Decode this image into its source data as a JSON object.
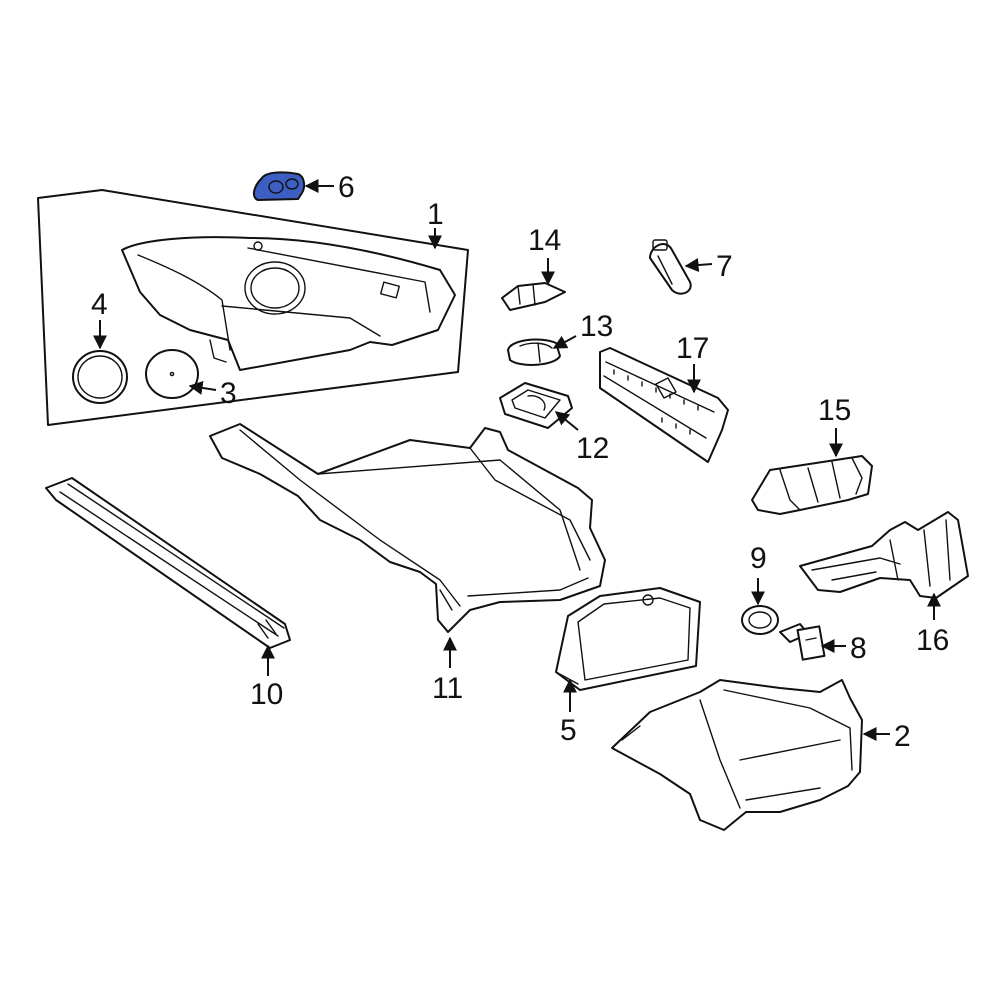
{
  "colors": {
    "line": "#111111",
    "background": "#ffffff",
    "highlight": "#3d5fc4"
  },
  "highlighted_part": "6",
  "callouts": {
    "c1": "1",
    "c2": "2",
    "c3": "3",
    "c4": "4",
    "c5": "5",
    "c6": "6",
    "c7": "7",
    "c8": "8",
    "c9": "9",
    "c10": "10",
    "c11": "11",
    "c12": "12",
    "c13": "13",
    "c14": "14",
    "c15": "15",
    "c16": "16",
    "c17": "17"
  }
}
